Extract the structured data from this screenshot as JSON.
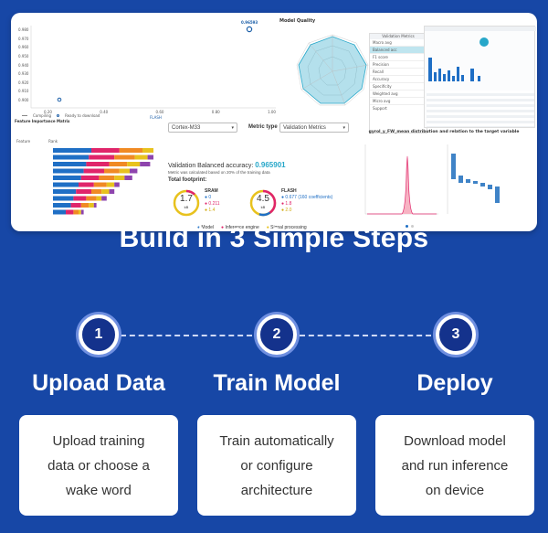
{
  "screenshot": {
    "scatter": {
      "point_label": "0.96593",
      "y_ticks": [
        "0.980",
        "0.970",
        "0.960",
        "0.950",
        "0.940",
        "0.930",
        "0.920",
        "0.910",
        "0.900"
      ],
      "x_ticks": [
        "0.20",
        "0.40",
        "0.60",
        "0.80",
        "1.00"
      ],
      "legend_compiling": "Compiling",
      "legend_ready": "Ready to download",
      "x_axis_label": "FLASH"
    },
    "model_quality": {
      "title": "Model Quality",
      "rows": [
        "Macro avg",
        "Balanced acc",
        "F1 score",
        "Precision",
        "Recall",
        "Accuracy",
        "Specificity",
        "Weighted avg",
        "Micro avg",
        "Support"
      ],
      "header": "Validation Metrics"
    },
    "feature_importance": {
      "title": "Feature Importance Matrix",
      "col1": "Feature",
      "col2": "Rank"
    },
    "device_select": "Cortex-M33",
    "metric_type_label": "Metric type",
    "metric_type_value": "Validation Metrics",
    "validation_label": "Validation Balanced accuracy:",
    "validation_value": "0.965901",
    "metric_note": "Metric was calculated based on 20% of the training data",
    "footprint_label": "Total footprint:",
    "sram": {
      "value": "1.7",
      "unit": "kB",
      "label": "SRAM",
      "model": "0",
      "engine": "0.211",
      "signal": "1.4"
    },
    "flash": {
      "value": "4.5",
      "unit": "kB",
      "label": "FLASH",
      "model": "0.677 (160 coefficients)",
      "engine": "1.8",
      "signal": "2.0"
    },
    "legend": {
      "model": "Model",
      "engine": "Inference engine",
      "signal": "Signal processing"
    },
    "distribution_title": "gyrol_y_FW_mean distribution and relation to the target variable",
    "colors": {
      "model": "#1f6fc5",
      "engine": "#e0256a",
      "signal": "#e8c21e",
      "accent": "#27a7c9"
    }
  },
  "headline": "Build in 3 Simple Steps",
  "steps": [
    {
      "number": "1",
      "title": "Upload Data",
      "description_lines": [
        "Upload training",
        "data or choose a",
        "wake word"
      ]
    },
    {
      "number": "2",
      "title": "Train Model",
      "description_lines": [
        "Train automatically",
        "or configure",
        "architecture"
      ]
    },
    {
      "number": "3",
      "title": "Deploy",
      "description_lines": [
        "Download model",
        "and run inference",
        "on device"
      ]
    }
  ]
}
